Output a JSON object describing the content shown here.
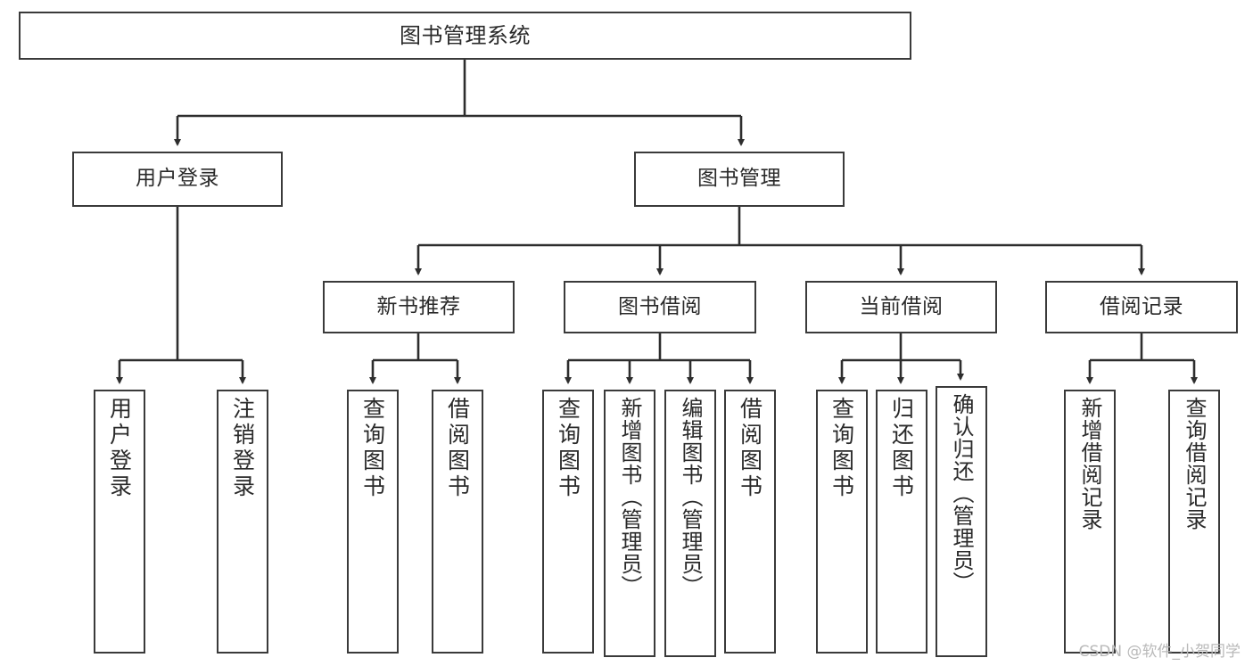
{
  "diagram": {
    "title": "图书管理系统",
    "type": "tree-hierarchy-chart",
    "colors": {
      "box_border": "#3a3a3a",
      "edge": "#2d2d2d",
      "background": "#ffffff",
      "text": "#2a2a2a",
      "watermark": "#b9b9b9"
    }
  },
  "watermark": {
    "text": "CSDN @软件_小贺同学"
  },
  "nodes": {
    "root": {
      "label": "图书管理系统"
    },
    "level2": [
      {
        "label": "用户登录"
      },
      {
        "label": "图书管理"
      }
    ],
    "level3": [
      {
        "label": "新书推荐"
      },
      {
        "label": "图书借阅"
      },
      {
        "label": "当前借阅"
      },
      {
        "label": "借阅记录"
      }
    ],
    "leaves": {
      "user_login": [
        {
          "label": "用户登录"
        },
        {
          "label": "注销登录"
        }
      ],
      "new_book_recommend": [
        {
          "label": "查询图书"
        },
        {
          "label": "借阅图书"
        }
      ],
      "book_borrow": [
        {
          "label": "查询图书"
        },
        {
          "label": "新增图书（管理员）"
        },
        {
          "label": "编辑图书（管理员）"
        },
        {
          "label": "借阅图书"
        }
      ],
      "current_borrow": [
        {
          "label": "查询图书"
        },
        {
          "label": "归还图书"
        },
        {
          "label": "确认归还（管理员）"
        }
      ],
      "borrow_record": [
        {
          "label": "新增借阅记录"
        },
        {
          "label": "查询借阅记录"
        }
      ]
    }
  }
}
